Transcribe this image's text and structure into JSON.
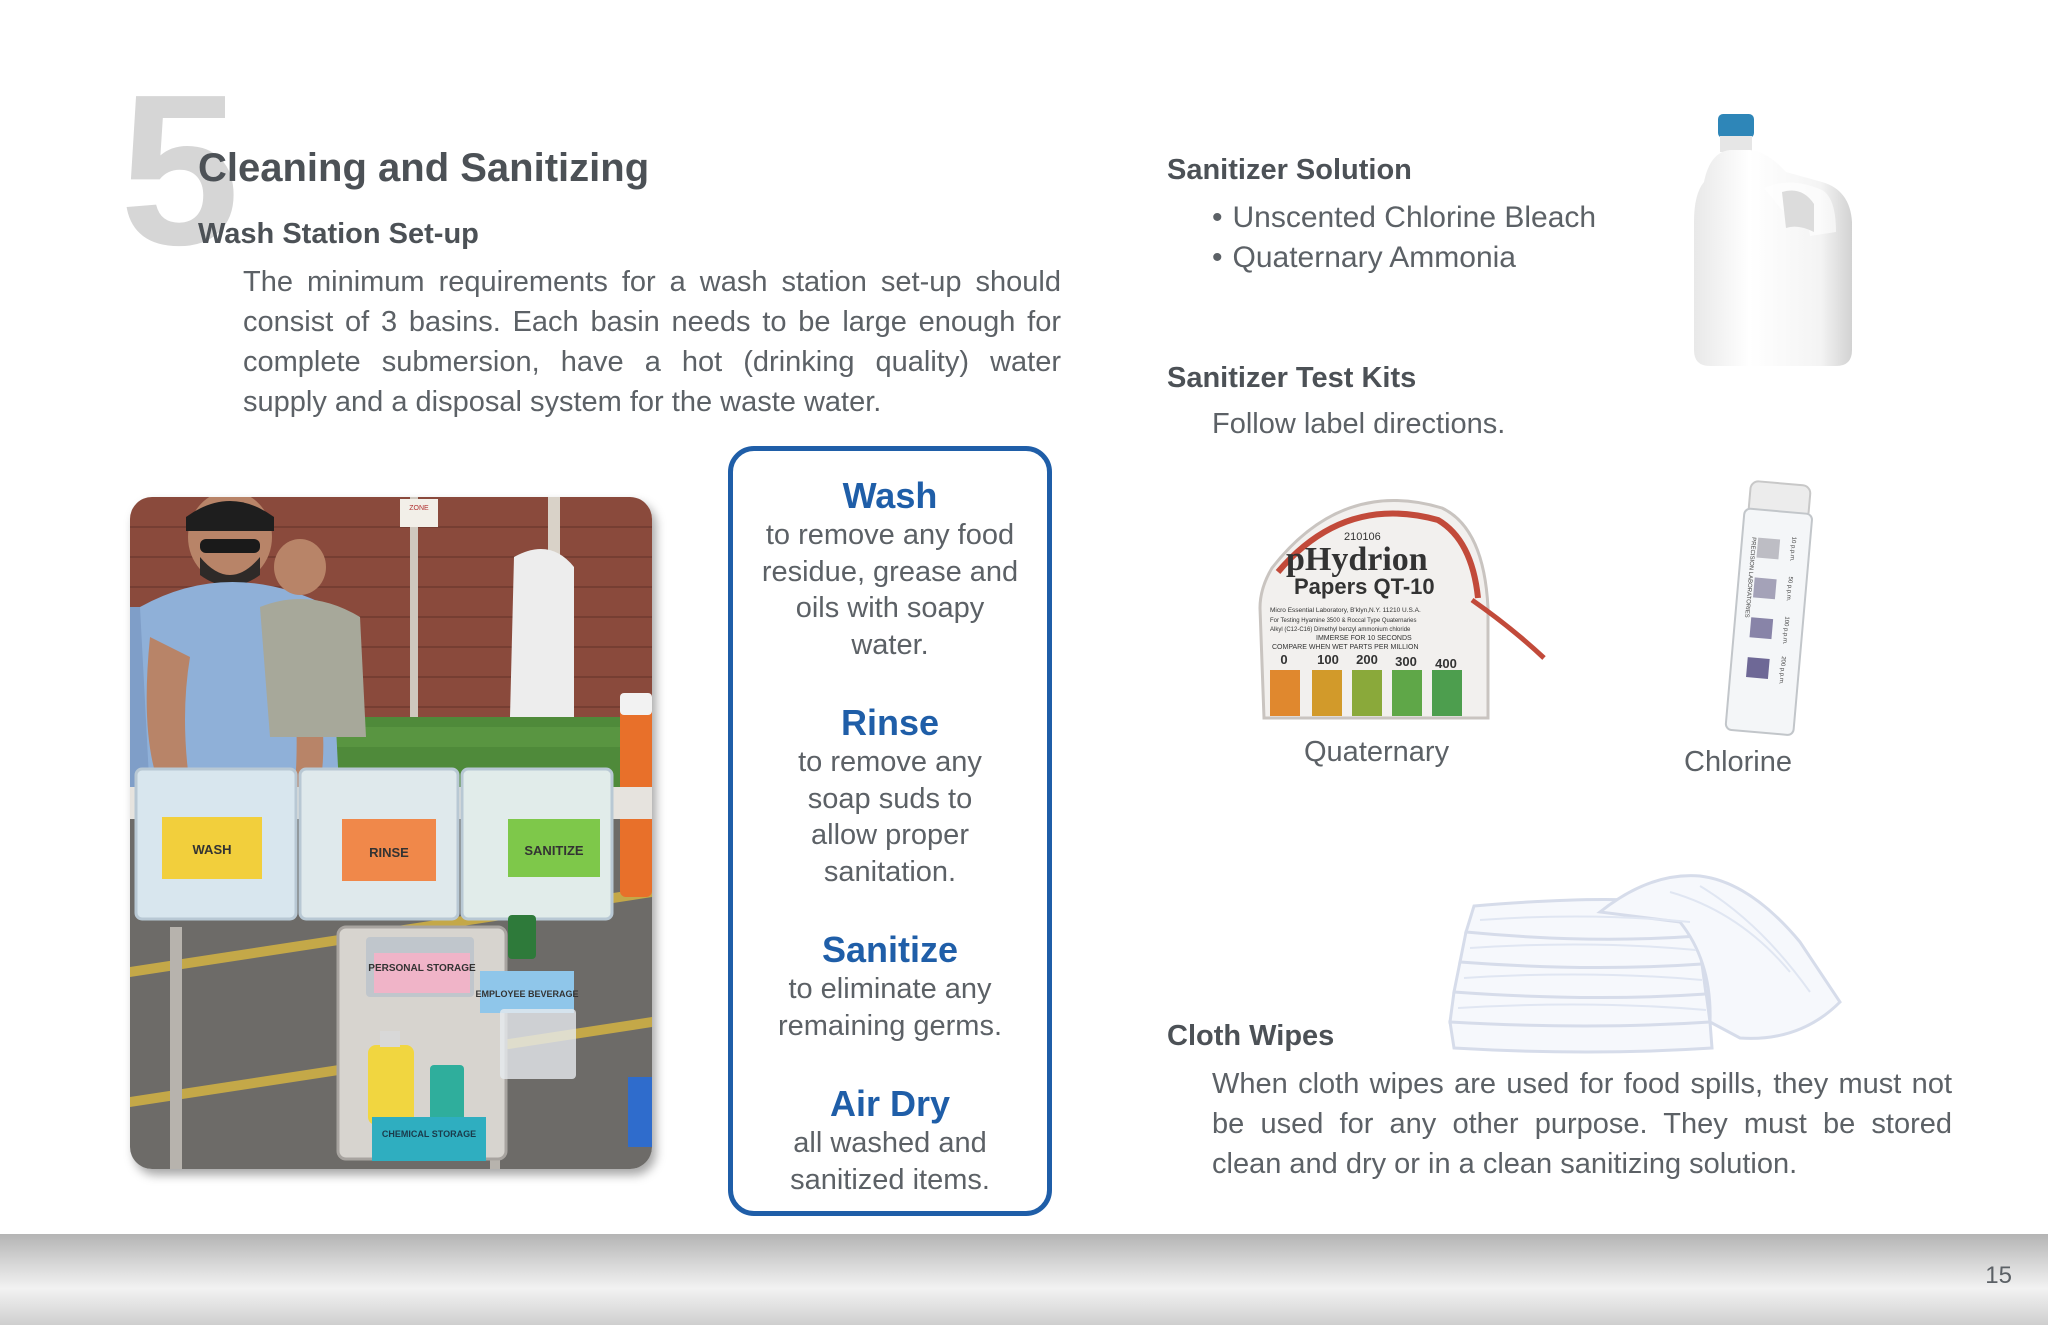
{
  "section_number": "5",
  "title": "Cleaning and Sanitizing",
  "wash_station": {
    "heading": "Wash Station Set-up",
    "body": "The minimum requirements for a wash station set-up should consist of 3 basins. Each basin needs to be large enough for complete submersion, have a hot (drinking quality) water supply and a disposal system for the waste water."
  },
  "photo_labels": {
    "wash": "WASH",
    "rinse": "RINSE",
    "sanitize": "SANITIZE",
    "personal_storage": "PERSONAL STORAGE",
    "employee_beverage": "EMPLOYEE BEVERAGE",
    "chemical_storage": "CHEMICAL STORAGE",
    "zone": "ZONE"
  },
  "steps": [
    {
      "title": "Wash",
      "text": "to remove any food residue, grease and oils with soapy water."
    },
    {
      "title": "Rinse",
      "text": "to remove any soap suds to allow proper sanitation."
    },
    {
      "title": "Sanitize",
      "text": "to eliminate any remaining germs."
    },
    {
      "title": "Air Dry",
      "text": "all washed and sanitized items."
    }
  ],
  "sanitizer_solution": {
    "heading": "Sanitizer Solution",
    "items": [
      "Unscented Chlorine Bleach",
      "Quaternary Ammonia"
    ]
  },
  "test_kits": {
    "heading": "Sanitizer Test Kits",
    "body": "Follow label directions.",
    "quaternary_caption": "Quaternary",
    "chlorine_caption": "Chlorine"
  },
  "hydrion": {
    "code": "210106",
    "brand1": "pHydrion",
    "brand2": "Papers QT-10",
    "fine1": "Micro Essential Laboratory, B'klyn,N.Y. 11210 U.S.A.",
    "fine2": "For Testing Hyamine 3500 & Roccal Type Quaternaries",
    "fine3": "Alkyl (C12-C16) Dimethyl benzyl ammonium chloride",
    "fine4": "IMMERSE FOR 10 SECONDS",
    "fine5": "COMPARE WHEN WET   PARTS PER MILLION",
    "scale": [
      "0",
      "100",
      "200",
      "300",
      "400"
    ]
  },
  "vial": {
    "brand": "PRECISION LABORATORIES",
    "marks": [
      "10 p.p.m.",
      "50 p.p.m.",
      "100 p.p.m.",
      "200 p.p.m."
    ]
  },
  "cloth_wipes": {
    "heading": "Cloth Wipes",
    "body": "When cloth wipes are used for food spills, they must not be used for any other purpose. They must be stored clean and dry or in a clean sanitizing solution."
  },
  "page_number": "15",
  "colors": {
    "accent": "#1f5ea8",
    "text": "#5c6166",
    "heading": "#4c5156",
    "number": "#d6d6d6"
  }
}
